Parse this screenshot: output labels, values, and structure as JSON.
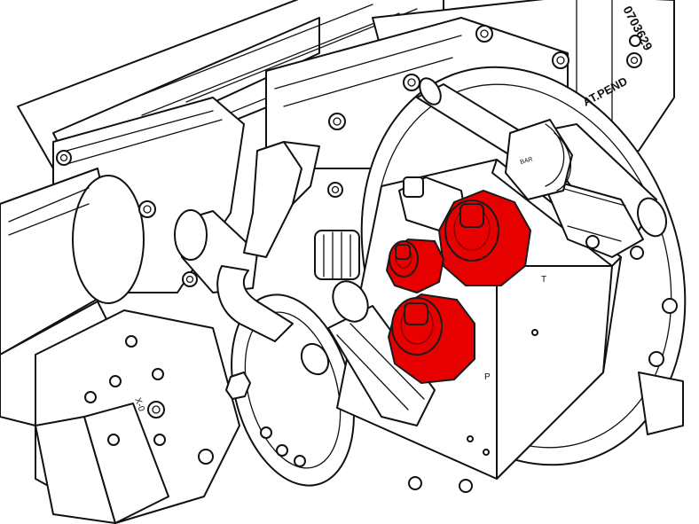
{
  "drawing": {
    "part_number": "0703629",
    "pendant_label": "AT.PEND",
    "port_labels": [
      "T",
      "P"
    ],
    "body_marking": "X-0",
    "highlight_color": "#e60000",
    "line_color": "#111111",
    "background_color": "#ffffff"
  }
}
